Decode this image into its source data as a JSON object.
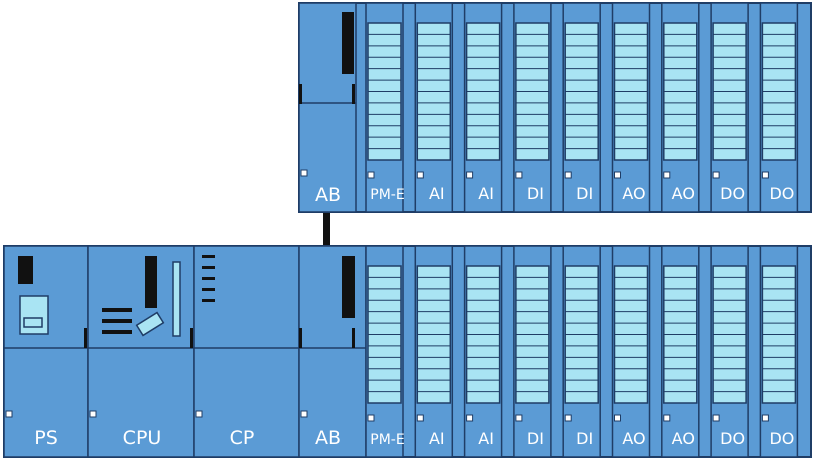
{
  "colors": {
    "module_fill": "#5b9bd5",
    "outline": "#1f3d66",
    "terminal_fill": "#a9e4f3",
    "dark": "#111111",
    "background": "#ffffff"
  },
  "top_rack": {
    "head_module": "AB",
    "io_modules": [
      "PM-E",
      "AI",
      "AI",
      "DI",
      "DI",
      "AO",
      "AO",
      "DO",
      "DO"
    ]
  },
  "bottom_rack": {
    "head_modules": [
      "PS",
      "CPU",
      "CP",
      "AB"
    ],
    "io_modules": [
      "PM-E",
      "AI",
      "AI",
      "DI",
      "DI",
      "AO",
      "AO",
      "DO",
      "DO"
    ]
  }
}
